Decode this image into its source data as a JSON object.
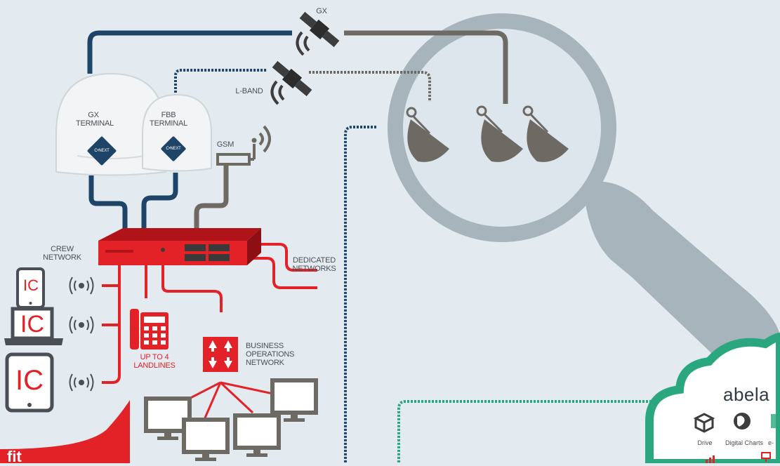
{
  "labels": {
    "gx": "GX",
    "l_band": "L-BAND",
    "gx_terminal": "GX\nTERMINAL",
    "fbb_terminal": "FBB\nTERMINAL",
    "gsm": "GSM",
    "crew_network": "CREW\nNETWORK",
    "dedicated_networks": "DEDICATED\nNETWORKS",
    "landlines": "UP TO 4\nLANDLINES",
    "business_network": "BUSINESS\nOPERATIONS\nNETWORK",
    "dome_logo": "C•NEXT"
  },
  "devices": {
    "phone_text": "IC",
    "laptop_text": "IC",
    "tablet_text": "IC"
  },
  "cloud": {
    "title": "abela",
    "items": [
      "Drive",
      "Digital Charts",
      "e-"
    ]
  },
  "brand_text": "fit",
  "colors": {
    "background": "#e3ebf1",
    "navy": "#1e4468",
    "gray": "#6d6a64",
    "red": "#e32228",
    "green": "#2aa77e",
    "magnifier": "#a7b4bc"
  }
}
